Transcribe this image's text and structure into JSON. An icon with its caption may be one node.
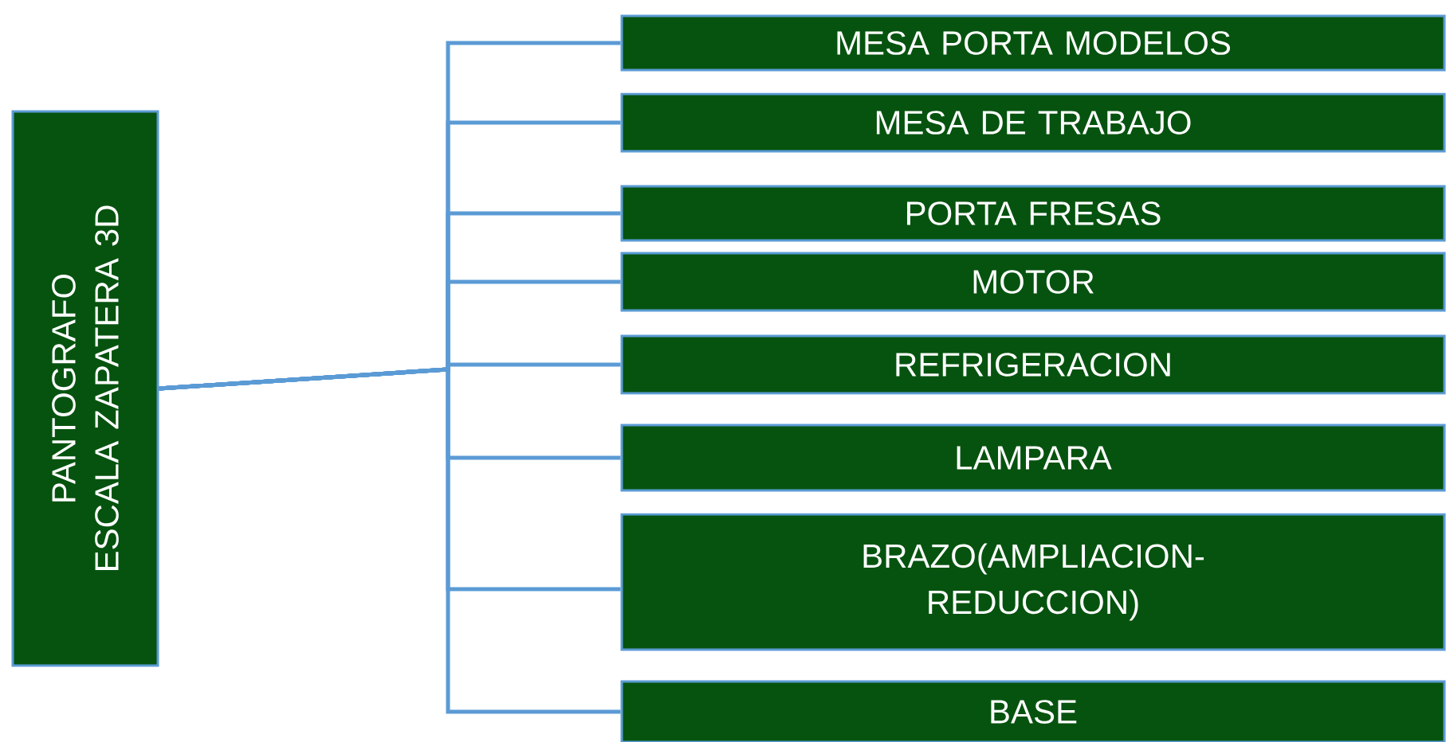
{
  "diagram": {
    "nodes": [
      {
        "text": [
          "PANTOGRAFO ESCALA ZAPATERA 3D"
        ]
      },
      {
        "text": [
          "MESA PORTA MODELOS"
        ]
      },
      {
        "text": [
          "MESA DE TRABAJO"
        ]
      },
      {
        "text": [
          "PORTA FRESAS"
        ]
      },
      {
        "text": [
          "MOTOR"
        ]
      },
      {
        "text": [
          "REFRIGERACION"
        ]
      },
      {
        "text": [
          "LAMPARA"
        ]
      },
      {
        "text": [
          "BRAZO(AMPLIACION-REDUCCION)"
        ]
      },
      {
        "text": [
          "BASE"
        ]
      }
    ],
    "edges": [
      {
        "from": 0,
        "to": 1,
        "arrow": "none"
      },
      {
        "from": 0,
        "to": 2,
        "arrow": "none"
      },
      {
        "from": 0,
        "to": 3,
        "arrow": "none"
      },
      {
        "from": 0,
        "to": 4,
        "arrow": "none"
      },
      {
        "from": 0,
        "to": 5,
        "arrow": "none"
      },
      {
        "from": 0,
        "to": 6,
        "arrow": "none"
      },
      {
        "from": 0,
        "to": 7,
        "arrow": "none"
      },
      {
        "from": 0,
        "to": 8,
        "arrow": "none"
      }
    ]
  }
}
